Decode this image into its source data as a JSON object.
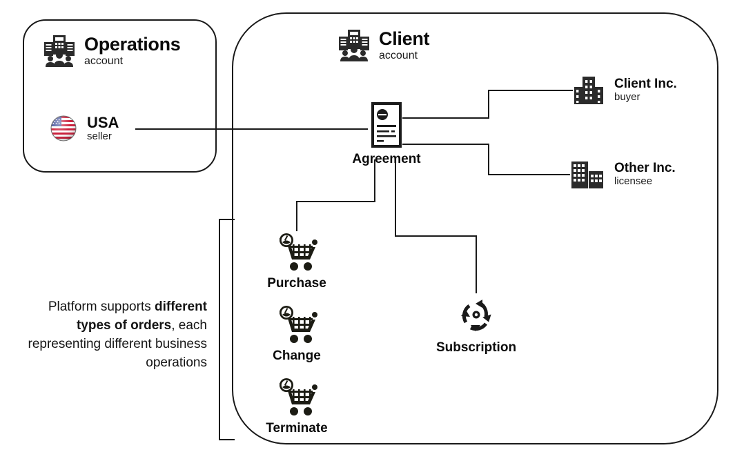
{
  "diagram": {
    "panels": [
      {
        "id": "operations",
        "title": "Operations",
        "subtitle": "account",
        "icon": "office-people-icon"
      },
      {
        "id": "client",
        "title": "Client",
        "subtitle": "account",
        "icon": "office-people-icon"
      }
    ],
    "seller": {
      "title": "USA",
      "subtitle": "seller",
      "icon": "usa-flag-icon"
    },
    "agreement": {
      "label": "Agreement",
      "icon": "document-seal-icon"
    },
    "parties": [
      {
        "title": "Client Inc.",
        "subtitle": "buyer",
        "icon": "office-building-icon"
      },
      {
        "title": "Other Inc.",
        "subtitle": "licensee",
        "icon": "two-buildings-icon"
      }
    ],
    "order_types": [
      {
        "label": "Purchase",
        "icon": "shopping-cart-icon"
      },
      {
        "label": "Change",
        "icon": "shopping-cart-icon"
      },
      {
        "label": "Terminate",
        "icon": "shopping-cart-icon"
      }
    ],
    "subscription": {
      "label": "Subscription",
      "icon": "recurring-arrows-icon"
    },
    "caption": {
      "line1_pre": "Platform supports ",
      "line1_bold": "different",
      "line2_bold": "types of orders",
      "line2_post": ", each",
      "line3": "representing different",
      "line4": "business operations"
    },
    "colors": {
      "stroke": "#1a1a1a",
      "panel_border": "#1a1a1a",
      "text": "#0b0b0b",
      "icon_dark": "#2b2b2b",
      "flag_red": "#c8102e",
      "flag_blue": "#2a3b8f",
      "background": "#ffffff"
    }
  }
}
